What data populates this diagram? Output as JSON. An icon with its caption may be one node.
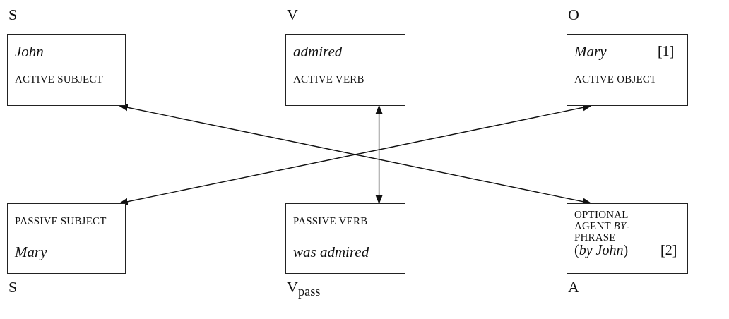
{
  "diagram": {
    "nodes": [
      {
        "text": [
          "John",
          "ACTIVE SUBJECT"
        ],
        "beside": [
          "S"
        ]
      },
      {
        "text": [
          "admired",
          "ACTIVE VERB"
        ],
        "beside": [
          "V"
        ]
      },
      {
        "text": [
          "Mary",
          "[1]",
          "ACTIVE OBJECT"
        ],
        "beside": [
          "O"
        ]
      },
      {
        "text": [
          "PASSIVE SUBJECT",
          "Mary"
        ],
        "beside": [
          "S"
        ]
      },
      {
        "text": [
          "PASSIVE VERB",
          "was admired"
        ],
        "beside": [
          "V$_{pass}$"
        ]
      },
      {
        "text": [
          "OPTIONAL AGENT *BY*-PHRASE",
          "(*by John*)",
          "[2]"
        ],
        "beside": [
          "A"
        ]
      }
    ],
    "edges": [
      {
        "from": 0,
        "to": 5,
        "arrow": "both"
      },
      {
        "from": 3,
        "to": 2,
        "arrow": "both"
      },
      {
        "from": 1,
        "to": 4,
        "arrow": "both"
      }
    ]
  }
}
